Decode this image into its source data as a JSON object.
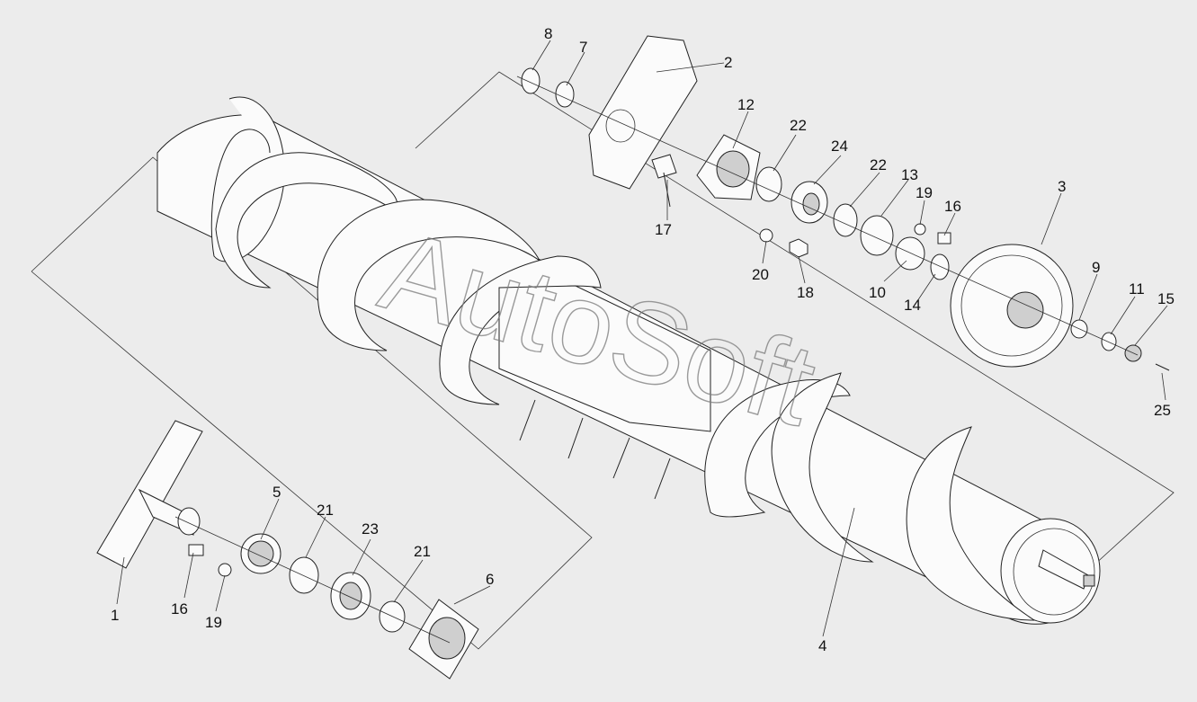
{
  "watermark": "AutoSoft",
  "callouts": [
    {
      "id": "c1",
      "label": "1"
    },
    {
      "id": "c2",
      "label": "2"
    },
    {
      "id": "c3",
      "label": "3"
    },
    {
      "id": "c4",
      "label": "4"
    },
    {
      "id": "c5",
      "label": "5"
    },
    {
      "id": "c6",
      "label": "6"
    },
    {
      "id": "c7",
      "label": "7"
    },
    {
      "id": "c8",
      "label": "8"
    },
    {
      "id": "c9",
      "label": "9"
    },
    {
      "id": "c10",
      "label": "10"
    },
    {
      "id": "c11",
      "label": "11"
    },
    {
      "id": "c12",
      "label": "12"
    },
    {
      "id": "c13",
      "label": "13"
    },
    {
      "id": "c14",
      "label": "14"
    },
    {
      "id": "c15",
      "label": "15"
    },
    {
      "id": "c16a",
      "label": "16"
    },
    {
      "id": "c16b",
      "label": "16"
    },
    {
      "id": "c17",
      "label": "17"
    },
    {
      "id": "c18",
      "label": "18"
    },
    {
      "id": "c19a",
      "label": "19"
    },
    {
      "id": "c19b",
      "label": "19"
    },
    {
      "id": "c20",
      "label": "20"
    },
    {
      "id": "c21a",
      "label": "21"
    },
    {
      "id": "c21b",
      "label": "21"
    },
    {
      "id": "c22a",
      "label": "22"
    },
    {
      "id": "c22b",
      "label": "22"
    },
    {
      "id": "c23",
      "label": "23"
    },
    {
      "id": "c24",
      "label": "24"
    },
    {
      "id": "c25",
      "label": "25"
    }
  ]
}
